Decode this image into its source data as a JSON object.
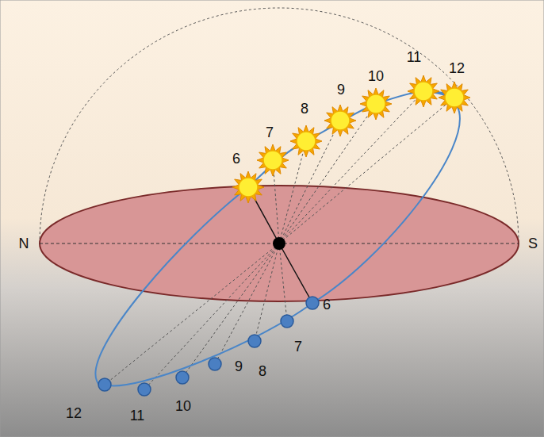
{
  "diagram": {
    "labels": [
      "N",
      "S",
      "6",
      "7",
      "8",
      "9",
      "10",
      "11",
      "12",
      "6",
      "7",
      "8",
      "9",
      "10",
      "11",
      "12"
    ]
  }
}
